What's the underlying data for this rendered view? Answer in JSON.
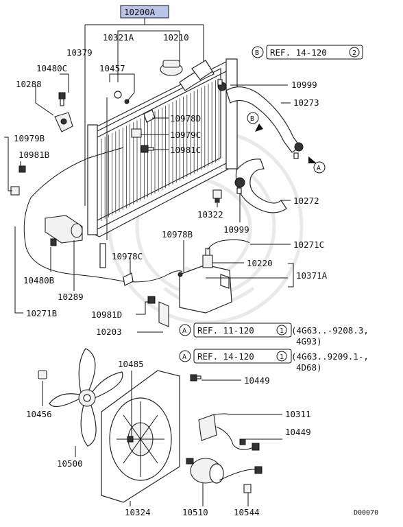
{
  "assembly_label": "10200A",
  "assembly_highlight": "#b9c4e8",
  "line_color": "#111111",
  "watermark_icon": "dragon-emblem-icon",
  "part_numbers": {
    "p10321A": "10321A",
    "p10210": "10210",
    "p10379": "10379",
    "p10457": "10457",
    "p10480C": "10480C",
    "p10288": "10288",
    "p10999a": "10999",
    "p10273": "10273",
    "p10978D": "10978D",
    "p10979C": "10979C",
    "p10981C": "10981C",
    "p10979B": "10979B",
    "p10981B": "10981B",
    "p10272": "10272",
    "p10322": "10322",
    "p10999b": "10999",
    "p10978B": "10978B",
    "p10271C": "10271C",
    "p10220": "10220",
    "p10371A": "10371A",
    "p10978C": "10978C",
    "p10480B": "10480B",
    "p10289": "10289",
    "p10271B": "10271B",
    "p10981D": "10981D",
    "p10203": "10203",
    "p10485": "10485",
    "p10449a": "10449",
    "p10456": "10456",
    "p10311": "10311",
    "p10449b": "10449",
    "p10500": "10500",
    "p10324": "10324",
    "p10510": "10510",
    "p10544": "10544"
  },
  "markers": {
    "a": "A",
    "b": "B"
  },
  "references": {
    "top": {
      "marker": "B",
      "text": "REF. 14-120",
      "num": "2"
    },
    "mid1": {
      "marker": "A",
      "text": "REF. 11-120",
      "num": "1",
      "note1": "(4G63..-9208.3,",
      "note2": "4G93)"
    },
    "mid2": {
      "marker": "A",
      "text": "REF. 14-120",
      "num": "1",
      "note1": "(4G63..9209.1-,",
      "note2": "4D68)"
    }
  },
  "figure_code": "D00070"
}
